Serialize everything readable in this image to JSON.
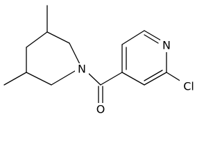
{
  "atoms": {
    "ring_nitrogen": "N",
    "amide_nitrogen": "N",
    "carbonyl_oxygen": "O",
    "chlorine": "Cl"
  },
  "colors": {
    "bond": "#000000",
    "label": "#000000",
    "background": "#ffffff"
  }
}
